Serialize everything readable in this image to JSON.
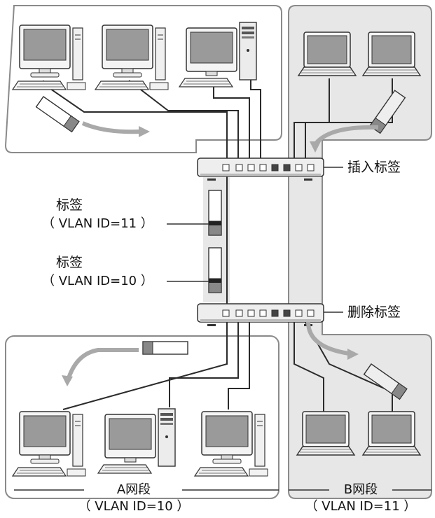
{
  "labels": {
    "insert_tag": "插入标签",
    "remove_tag": "删除标签",
    "tag_11_title": "标签",
    "tag_11_id": "（ VLAN ID=11 ）",
    "tag_10_title": "标签",
    "tag_10_id": "（ VLAN ID=10 ）",
    "segment_a": "A网段",
    "segment_a_id": "（ VLAN ID=10 ）",
    "segment_b": "B网段",
    "segment_b_id": "（ VLAN ID=11 ）"
  },
  "colors": {
    "segment_fill": "#e7e7e7",
    "panel_border": "#8a8a8a",
    "cable": "#2b2b2b",
    "arrow": "#a9a9a9",
    "switch_body": "#eeeeee"
  },
  "icons": {
    "desktop": "desktop-computer-icon",
    "tower": "tower-computer-icon",
    "laptop": "laptop-icon",
    "switch": "network-switch-icon",
    "tag": "vlan-tag-icon"
  }
}
